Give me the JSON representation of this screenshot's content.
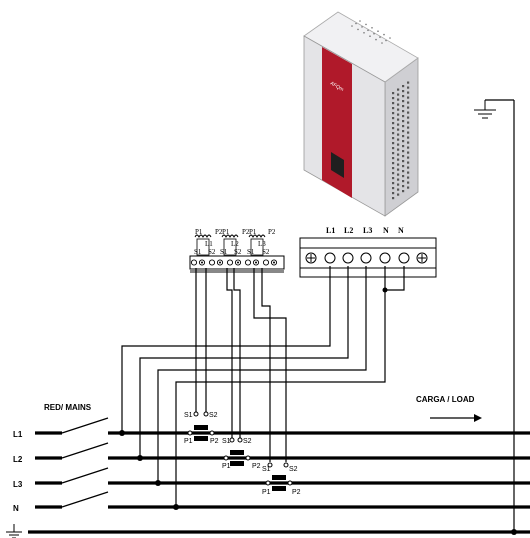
{
  "device": {
    "brand": "AFQm",
    "colors": {
      "body": "#e8e8ea",
      "accent": "#b0192a",
      "screen": "#222222"
    }
  },
  "cts_block": {
    "labels": [
      "P1",
      "P2",
      "P1",
      "P2",
      "P1",
      "P2",
      "L1",
      "S1",
      "S2",
      "L2",
      "S1",
      "S2",
      "L3",
      "S1",
      "S2"
    ]
  },
  "terminal_block": {
    "labels": [
      "L1",
      "L2",
      "L3",
      "N",
      "N"
    ]
  },
  "mains": {
    "title": "RED/ MAINS",
    "lines": [
      "L1",
      "L2",
      "L3",
      "N"
    ]
  },
  "load": {
    "title": "CARGA / LOAD"
  },
  "ct_labels": [
    {
      "s1": "S1",
      "s2": "S2",
      "p1": "P1",
      "p2": "P2"
    },
    {
      "s1": "S1",
      "s2": "S2",
      "p1": "P1",
      "p2": "P2"
    },
    {
      "s1": "S1",
      "s2": "S2",
      "p1": "P1",
      "p2": "P2"
    }
  ]
}
